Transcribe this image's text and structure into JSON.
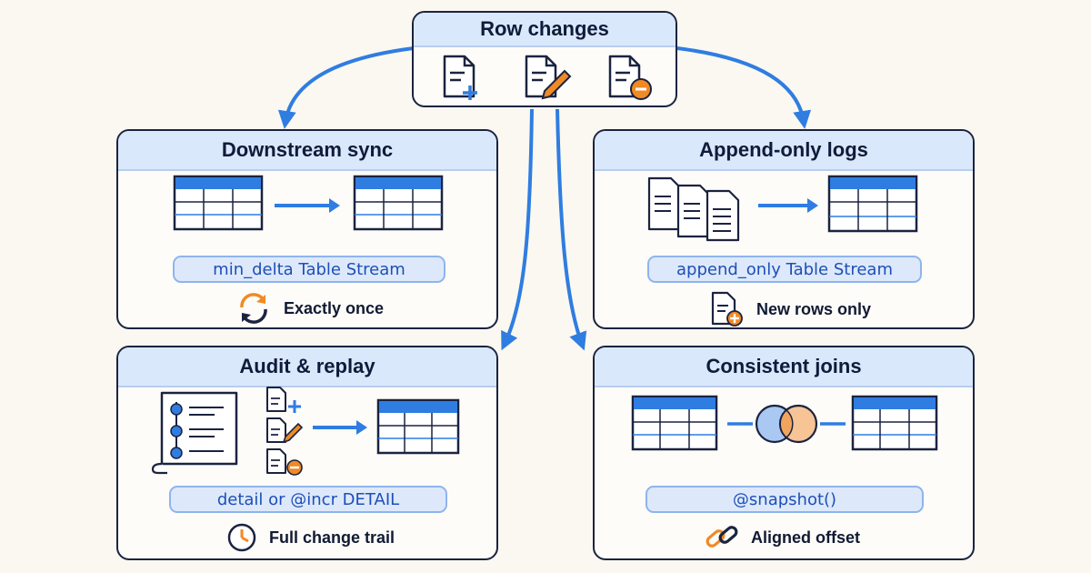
{
  "root": {
    "title": "Row changes",
    "icons": [
      "doc-insert-icon",
      "doc-edit-icon",
      "doc-delete-icon"
    ]
  },
  "cards": {
    "downstream": {
      "title": "Downstream sync",
      "pill": "min_delta Table Stream",
      "caption": "Exactly once",
      "icon": "sync-icon"
    },
    "append": {
      "title": "Append-only logs",
      "pill": "append_only Table Stream",
      "caption": "New rows only",
      "icon": "doc-add-icon"
    },
    "audit": {
      "title": "Audit & replay",
      "pill": "detail or @incr DETAIL",
      "caption": "Full change trail",
      "icon": "clock-icon"
    },
    "joins": {
      "title": "Consistent joins",
      "pill": "@snapshot()",
      "caption": "Aligned offset",
      "icon": "link-icon"
    }
  },
  "colors": {
    "accent": "#2f7de1",
    "header_fill": "#d9e8fb",
    "ink": "#1b2340",
    "orange": "#f08a24"
  }
}
